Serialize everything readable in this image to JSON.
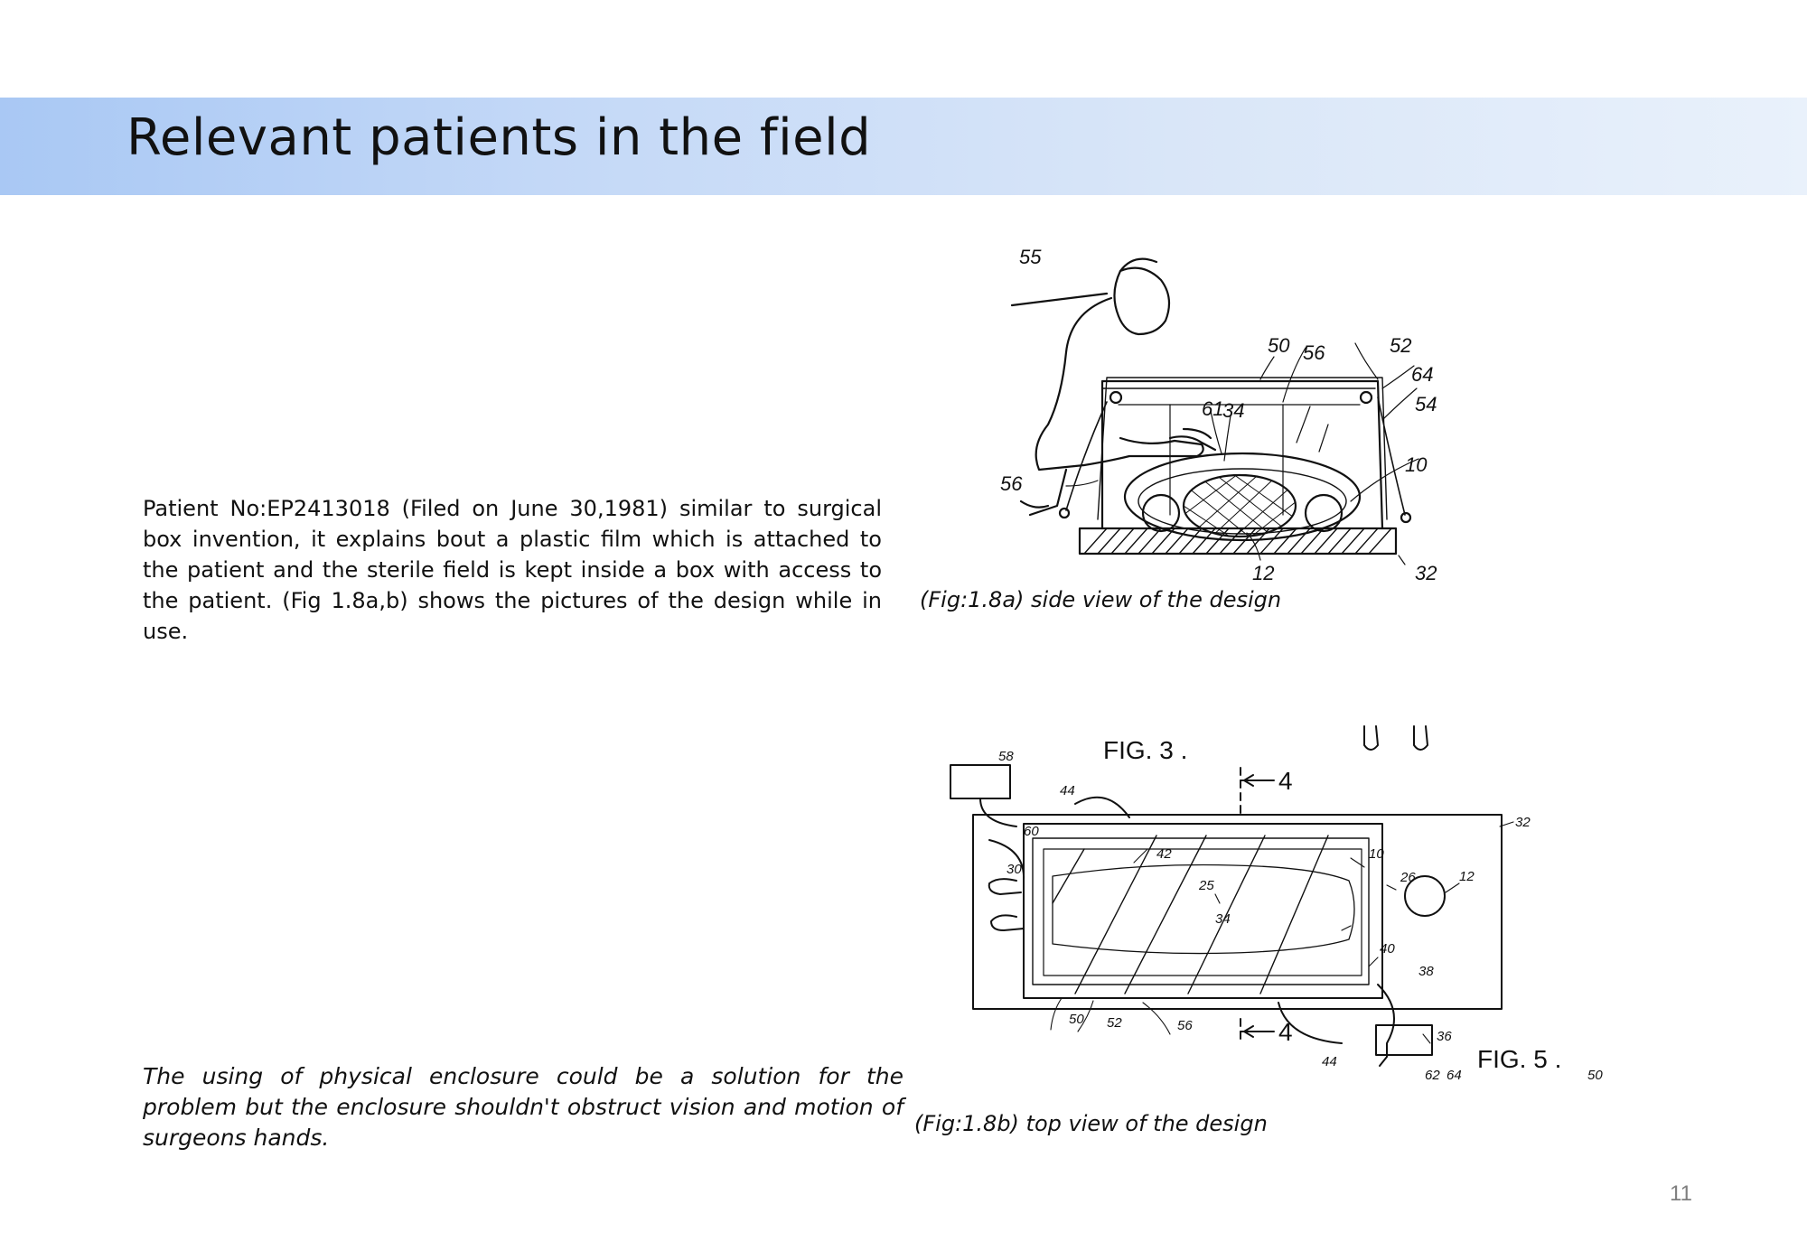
{
  "slide": {
    "title": "Relevant patients in the field",
    "page_number": "11"
  },
  "body": {
    "paragraph": "Patient No:EP2413018 (Filed on June 30,1981) similar to surgical box invention, it explains bout a plastic film which is attached to the patient and the sterile field is kept inside a box with access to the patient. (Fig 1.8a,b) shows the pictures of the design while in use.",
    "conclusion": "The using of physical enclosure could be a solution for the problem but the enclosure shouldn't obstruct vision and motion of surgeons hands."
  },
  "figures": {
    "fig_a": {
      "caption": "(Fig:1.8a) side view of the design",
      "labels": [
        "55",
        "50",
        "56",
        "52",
        "64",
        "54",
        "61",
        "34",
        "10",
        "56",
        "12",
        "32"
      ]
    },
    "fig_b": {
      "caption": "(Fig:1.8b) top view of the design",
      "fig3_label": "FIG. 3 .",
      "fig5_label": "FIG. 5 .",
      "section_top": "4",
      "section_bottom": "4",
      "labels": [
        "58",
        "44",
        "60",
        "30",
        "42",
        "25",
        "34",
        "10",
        "26",
        "12",
        "32",
        "40",
        "38",
        "36",
        "50",
        "52",
        "56",
        "44",
        "62",
        "64",
        "50"
      ]
    }
  }
}
